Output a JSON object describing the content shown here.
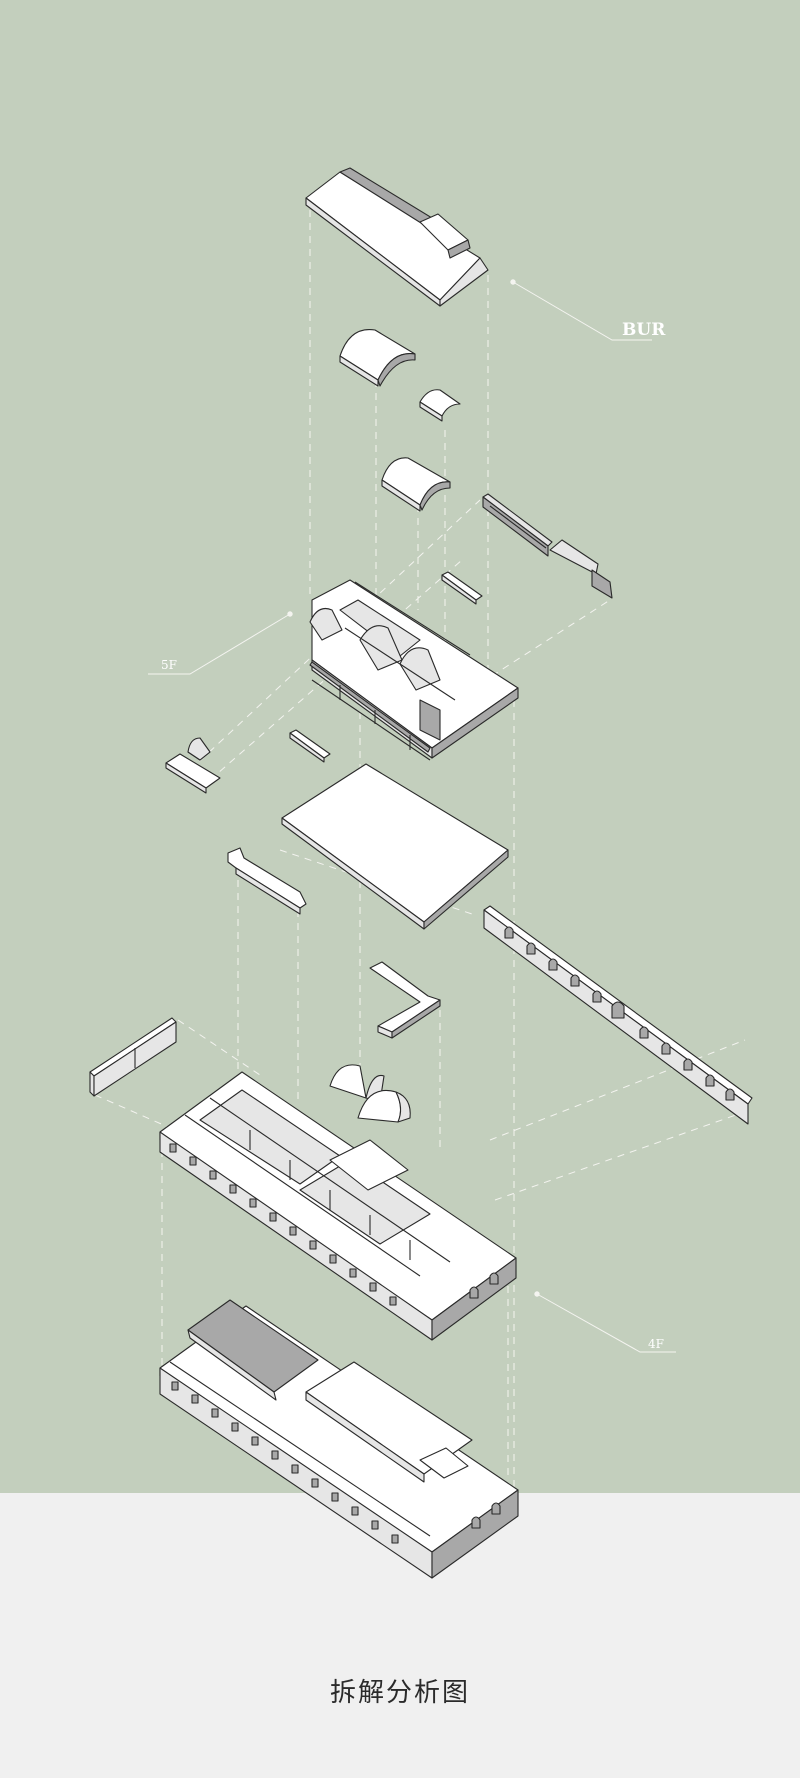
{
  "colors": {
    "background_top": "#c3cfbd",
    "background_bottom": "#f0f0f0",
    "model_face_light": "#ffffff",
    "model_face_mid": "#e6e6e6",
    "model_face_dark": "#a8a8a8",
    "line": "#2a2a2a",
    "guide_line": "#f4f4f0",
    "label_text": "#ffffff",
    "caption_text": "#2b2b2b"
  },
  "labels": {
    "roof": "BUR",
    "upper_floor": "5F",
    "lower_floor": "4F"
  },
  "caption": "拆解分析图"
}
